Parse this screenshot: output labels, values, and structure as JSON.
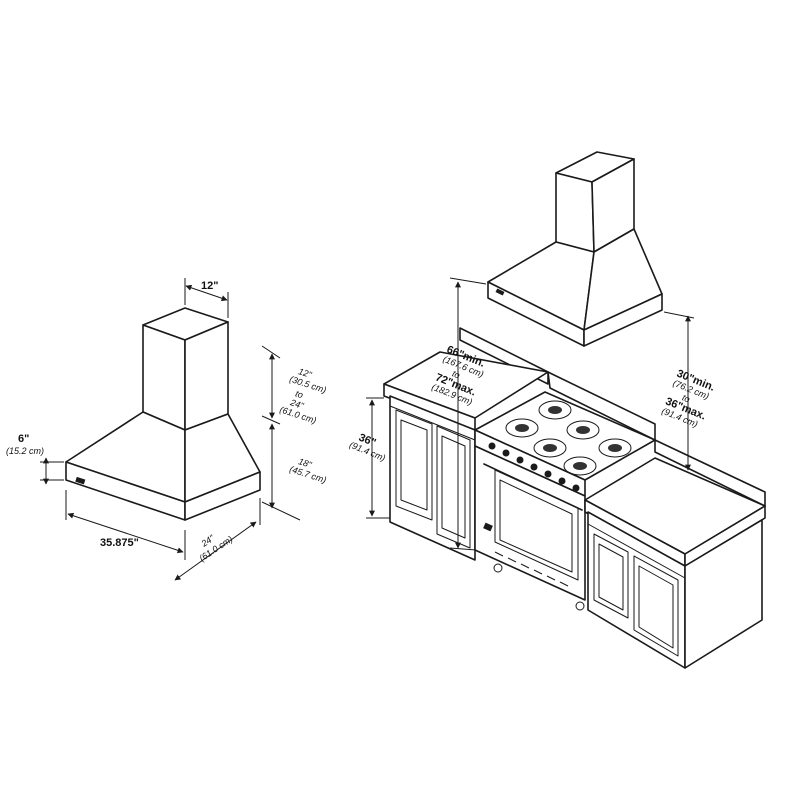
{
  "hood_dims": {
    "top_width": "12\"",
    "front_height": "6\"",
    "front_height_cm": "(15.2 cm)",
    "width": "35.875\"",
    "depth": "24\"",
    "depth_cm": "(61.0 cm)",
    "chimney_min": "12\"",
    "chimney_min_cm": "(30.5 cm)",
    "to": "to",
    "chimney_max": "24\"",
    "chimney_max_cm": "(61.0 cm)",
    "body_height": "18\"",
    "body_height_cm": "(45.7 cm)"
  },
  "install_dims": {
    "floor_min": "66\"min.",
    "floor_min_cm": "(167.6 cm)",
    "to": "to",
    "floor_max": "72\"max.",
    "floor_max_cm": "(182.9 cm)",
    "counter_height": "36\"",
    "counter_height_cm": "(91.4 cm)",
    "clear_min": "30\"min.",
    "clear_min_cm": "(76.2 cm)",
    "clear_to": "to",
    "clear_max": "36\"max.",
    "clear_max_cm": "(91.4 cm)"
  }
}
